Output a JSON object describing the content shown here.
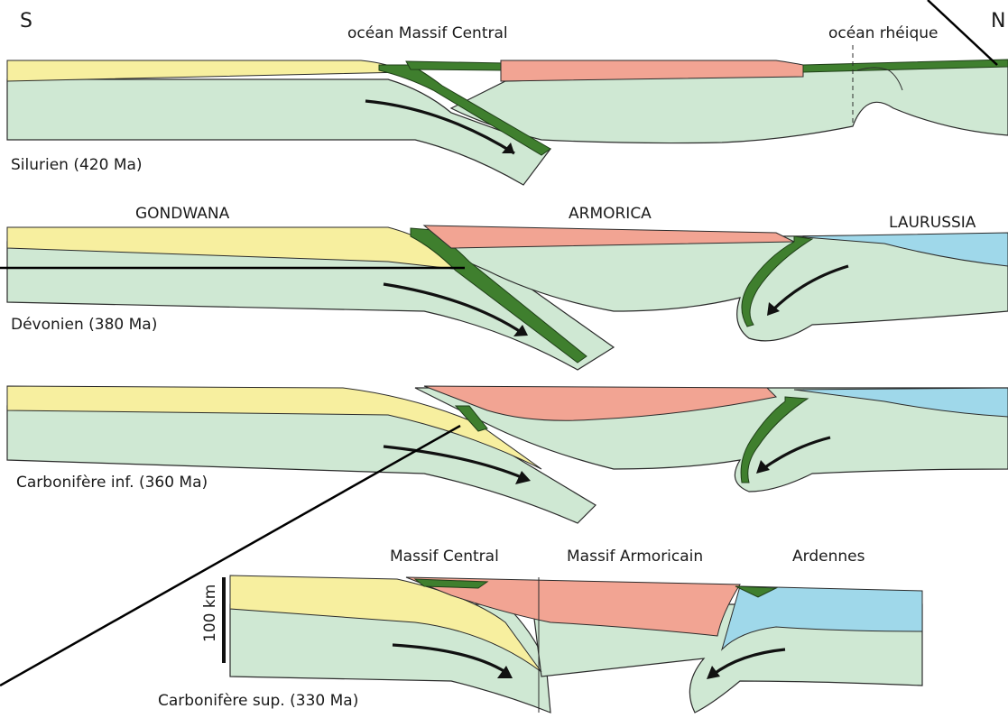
{
  "orientation": {
    "south": "S",
    "north": "N"
  },
  "panels": [
    {
      "caption": "Silurien (420 Ma)",
      "labels": [
        "océan Massif Central",
        "océan rhéique"
      ]
    },
    {
      "caption": "Dévonien (380 Ma)",
      "labels": [
        "GONDWANA",
        "ARMORICA",
        "LAURUSSIA"
      ]
    },
    {
      "caption": "Carbonifère inf. (360 Ma)",
      "labels": []
    },
    {
      "caption": "Carbonifère sup. (330 Ma)",
      "labels": [
        "Massif Central",
        "Massif Armoricain",
        "Ardennes"
      ]
    }
  ],
  "scale_bar": "100 km",
  "colors": {
    "gondwana": "#f7ef9f",
    "armorica": "#f2a493",
    "laurussia": "#9fd8ea",
    "mantle": "#cfe8d3",
    "oceanic_crust": "#3f7f2e"
  }
}
